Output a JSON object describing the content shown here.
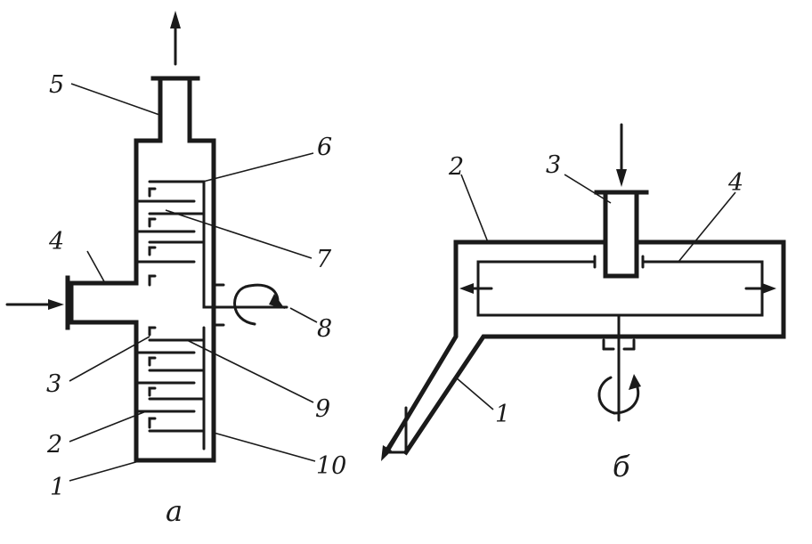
{
  "figure_a": {
    "caption": "а",
    "labels": [
      "5",
      "4",
      "3",
      "2",
      "1",
      "6",
      "7",
      "8",
      "9",
      "10"
    ]
  },
  "figure_b": {
    "caption": "б",
    "labels": [
      "2",
      "3",
      "4",
      "1"
    ]
  }
}
